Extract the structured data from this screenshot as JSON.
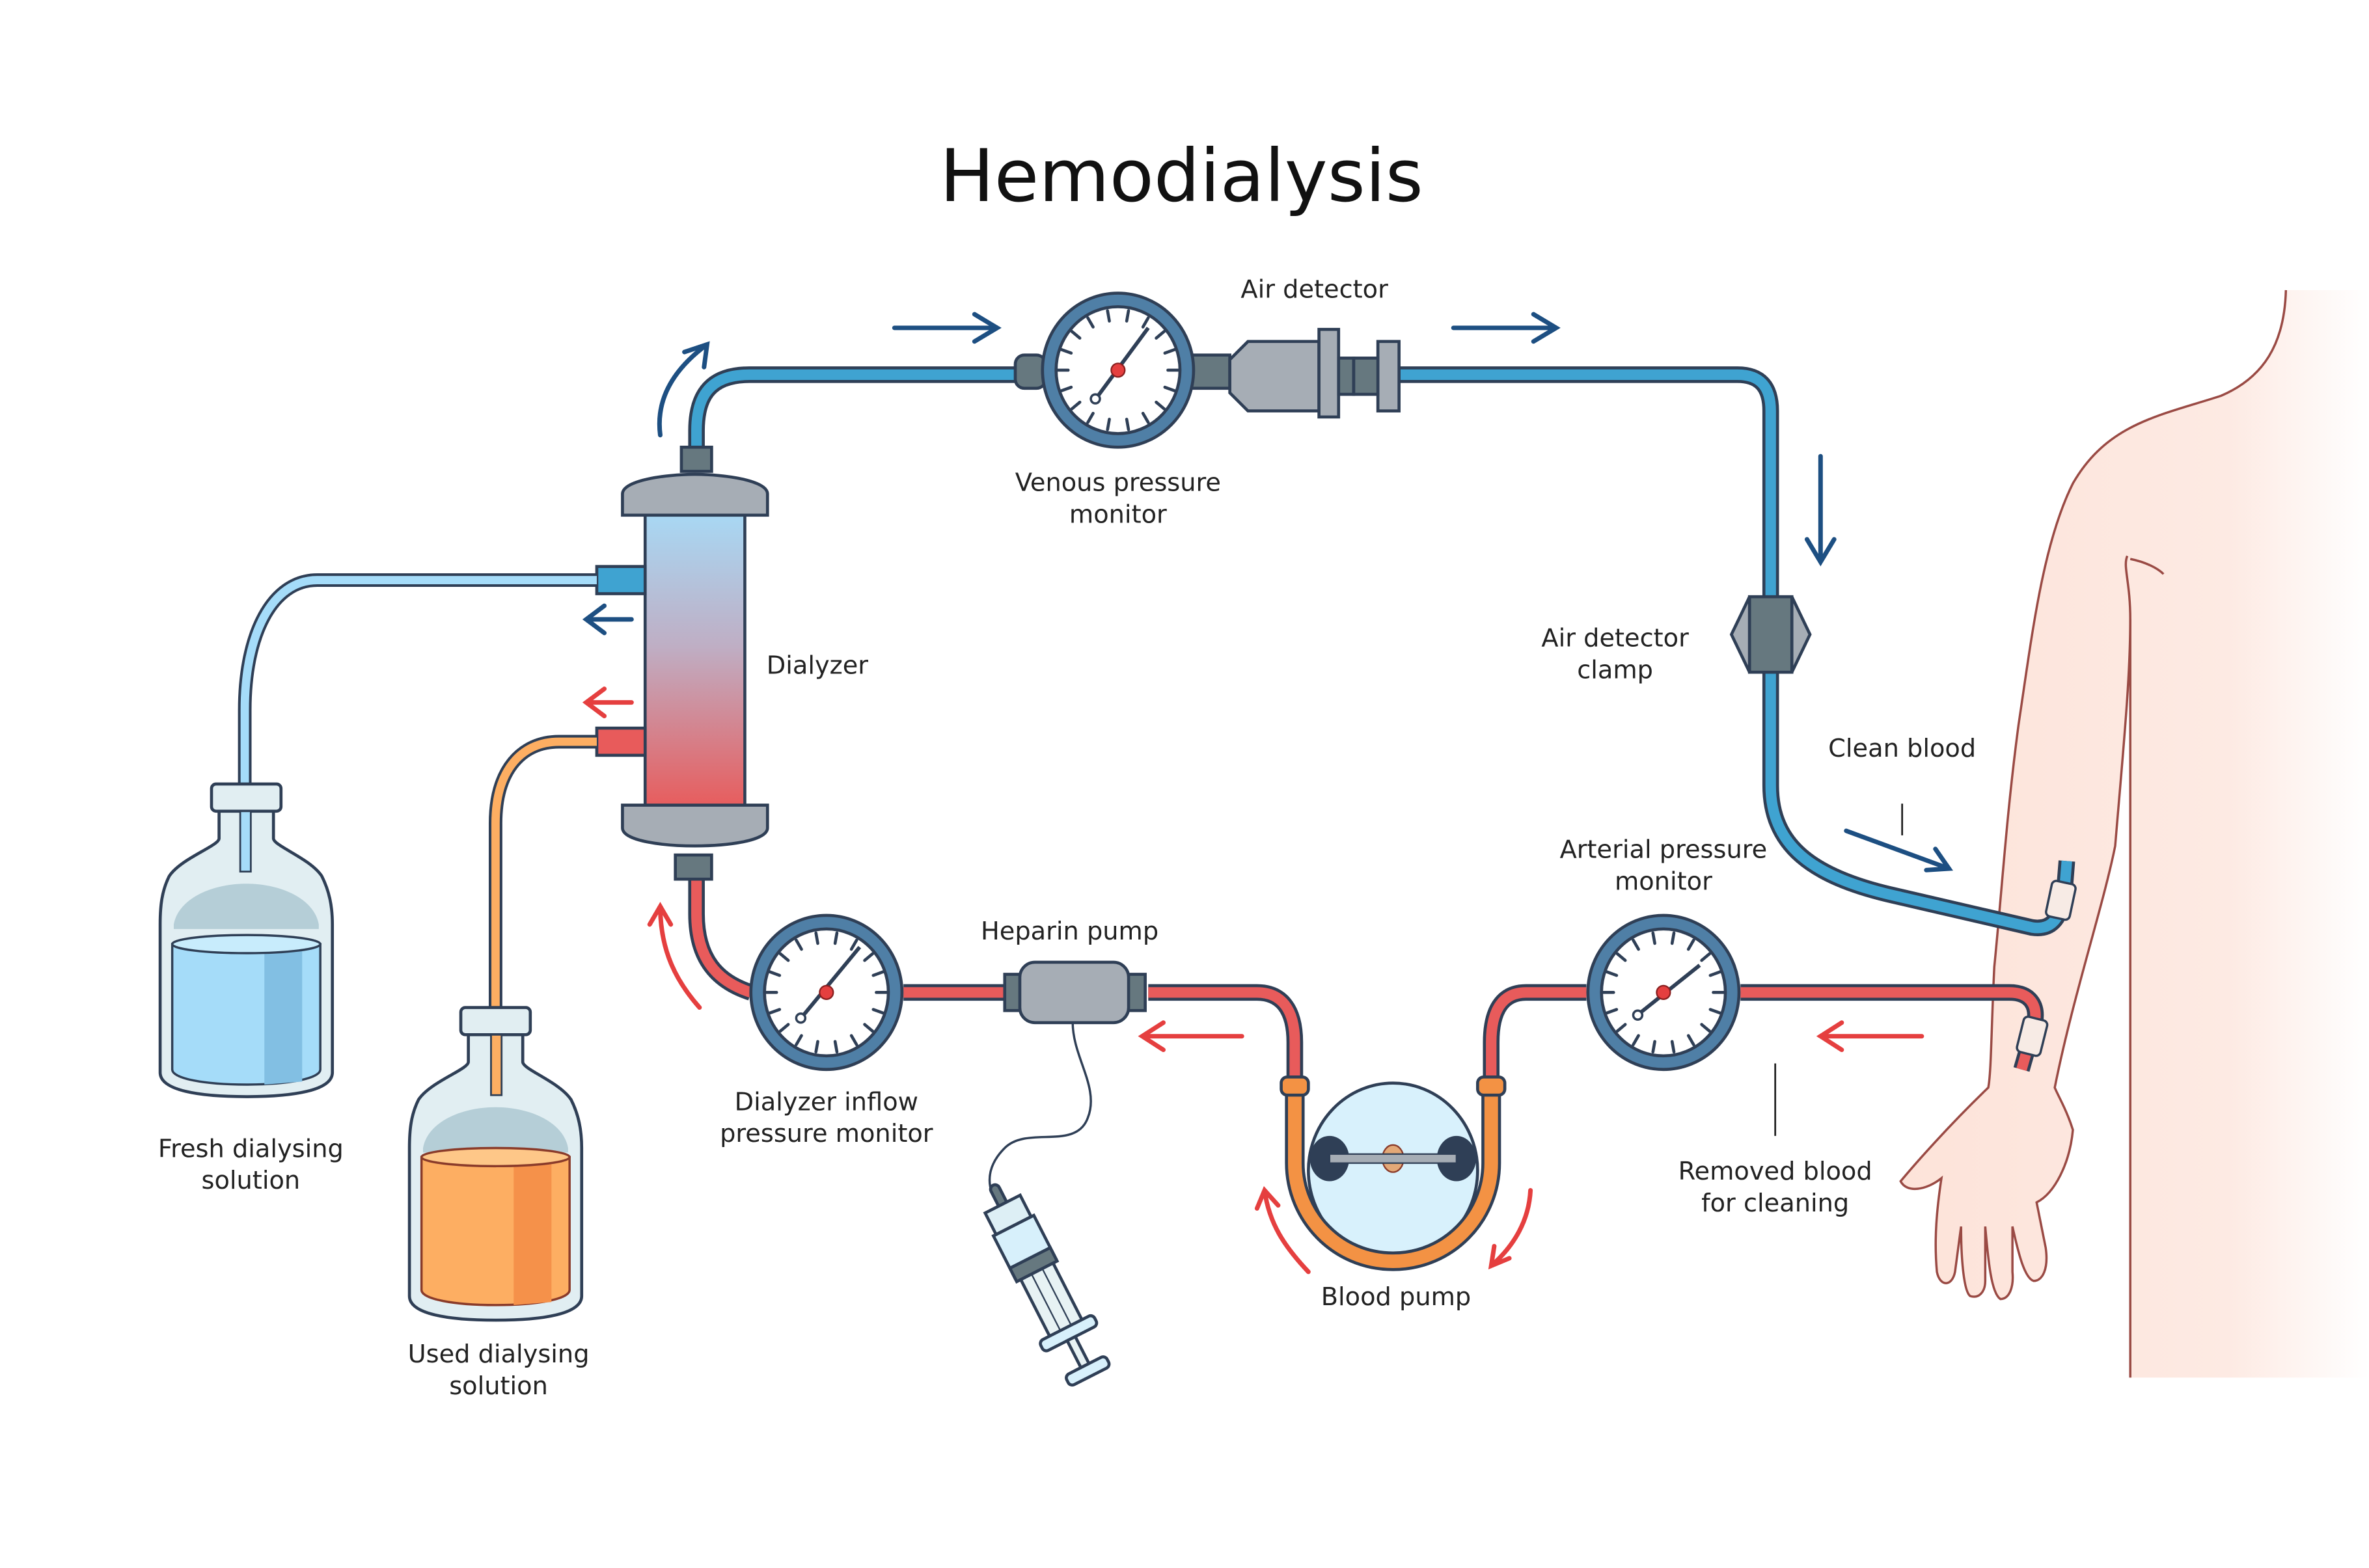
{
  "title": "Hemodialysis",
  "labels": {
    "air_detector": "Air detector",
    "venous_monitor": [
      "Venous pressure",
      "monitor"
    ],
    "dialyzer": "Dialyzer",
    "air_detector_clamp": [
      "Air detector",
      "clamp"
    ],
    "clean_blood": "Clean blood",
    "arterial_monitor": [
      "Arterial pressure",
      "monitor"
    ],
    "heparin_pump": "Heparin pump",
    "dialyzer_inflow_monitor": [
      "Dialyzer inflow",
      "pressure monitor"
    ],
    "blood_pump": "Blood pump",
    "removed_blood": [
      "Removed blood",
      "for cleaning"
    ],
    "fresh_solution": [
      "Fresh dialysing",
      "solution"
    ],
    "used_solution": [
      "Used dialysing",
      "solution"
    ]
  },
  "colors": {
    "clean_line": "#3fa3d1",
    "blood_line": "#e85b5b",
    "arrow_blue": "#1d4f82",
    "arrow_red": "#e53f3f",
    "fresh_fluid": "#a5dcf9",
    "used_fluid": "#fdae62",
    "pump_tube": "#f39244",
    "gauge_ring": "#4f7fa6",
    "skin": "#fde3d9"
  }
}
